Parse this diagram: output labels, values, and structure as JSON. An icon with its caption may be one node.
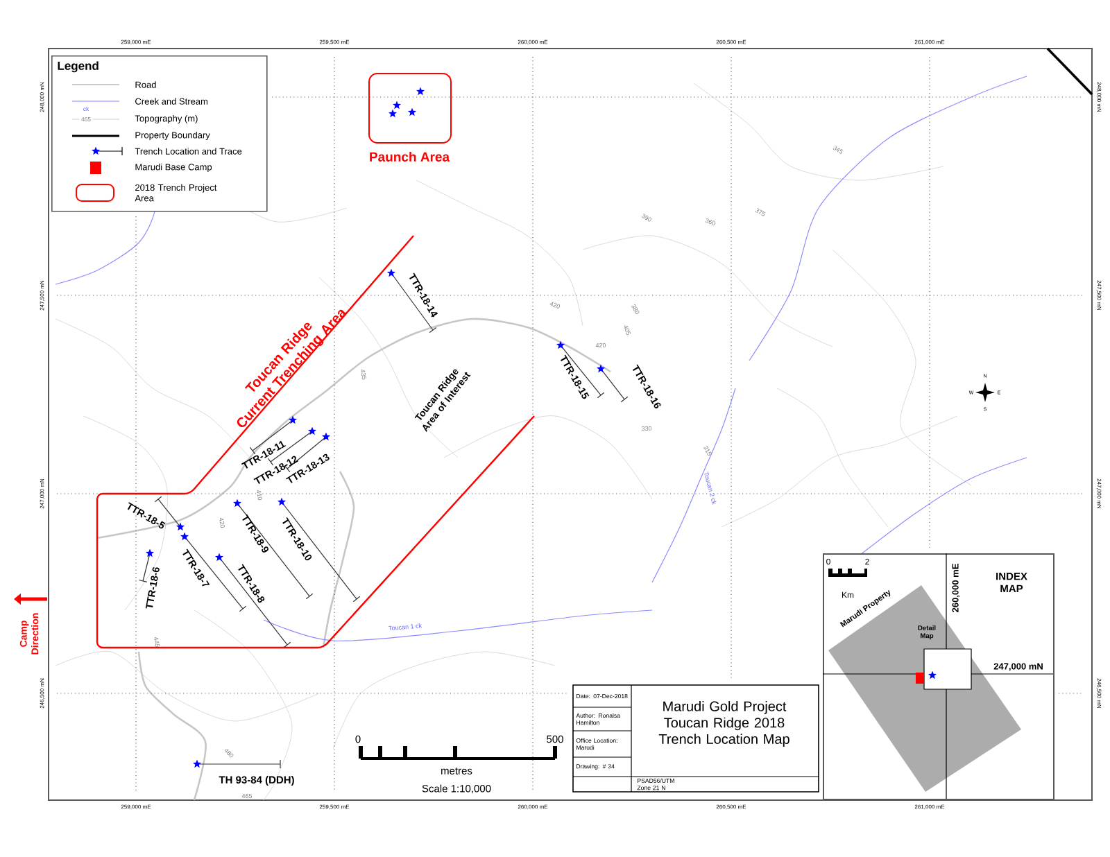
{
  "diagram": {
    "nodes": [
      {
        "text": [
          "Legend"
        ]
      },
      {
        "text": [
          "Paunch Area"
        ]
      },
      {
        "text": [
          "Toucan Ridge Current Trenching Area"
        ]
      },
      {
        "text": [
          "Marudi Gold Project Toucan Ridge 2018 Trench Location Map",
          "Date: 07-Dec-2018",
          "Author: Ronalsa Hamilton",
          "Office Location: Marudi",
          "Drawing: # 34",
          "PSAD56/UTM Zone 21 N"
        ]
      },
      {
        "text": [
          "INDEX MAP"
        ]
      },
      {
        "text": [
          "Marudi Property"
        ],
        "in": 4
      },
      {
        "text": [
          "Detail Map"
        ],
        "in": 5
      }
    ],
    "labels": [
      "ck",
      "465",
      "TTR-18-5",
      "TTR-18-6",
      "TTR-18-7",
      "TTR-18-8",
      "TTR-18-9",
      "TTR-18-10",
      "TTR-18-11",
      "TTR-18-12",
      "TTR-18-13",
      "TTR-18-14",
      "TTR-18-15",
      "TTR-18-16",
      "TH 93-84 (DDH)",
      "Toucan Ridge Area of Interest",
      "Camp Direction",
      "Toucan 1 ck",
      "Toucan 2 ck",
      "0",
      "500",
      "metres",
      "Scale 1:10,000",
      "N",
      "W",
      "E",
      "S",
      "0",
      "2",
      "Km",
      "260,000 mE",
      "247,000 mN",
      "259,000 mE",
      "259,500 mE",
      "260,000 mE",
      "260,500 mE",
      "261,000 mE",
      "259,000 mE",
      "259,500 mE",
      "260,000 mE",
      "260,500 mE",
      "261,000 mE",
      "248,000 mN",
      "247,500 mN",
      "247,000 mN",
      "246,500 mN",
      "248,000 mN",
      "247,500 mN",
      "247,000 mN",
      "246,500 mN",
      "435",
      "410",
      "420",
      "445",
      "390",
      "420",
      "380",
      "405",
      "420",
      "330",
      "480",
      "465",
      "345",
      "375",
      "360",
      "315"
    ],
    "legend": [
      {
        "text": "Road"
      },
      {
        "text": "Creek and Stream"
      },
      {
        "text": "Topography (m)"
      },
      {
        "text": "Property Boundary"
      },
      {
        "text": "Trench Location and Trace"
      },
      {
        "text": "Marudi Base Camp",
        "color": "#ff0000"
      },
      {
        "text": "2018 Trench Project Area"
      }
    ]
  }
}
